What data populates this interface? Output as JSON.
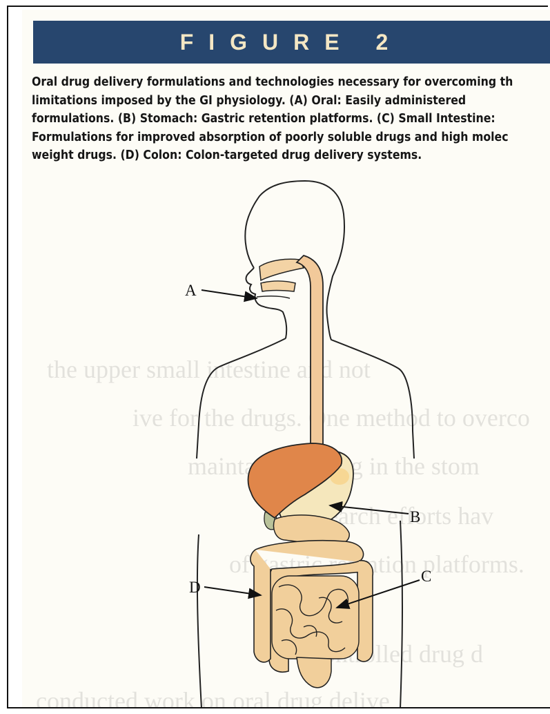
{
  "figure": {
    "title": "FIGURE 2",
    "caption_lines": [
      "Oral drug delivery formulations and technologies necessary for overcoming th",
      "limitations imposed by the GI physiology. (A) Oral: Easily administered",
      "formulations. (B) Stomach: Gastric retention platforms. (C) Small Intestine:",
      "Formulations for improved absorption of poorly soluble drugs and high molec",
      "weight drugs. (D) Colon: Colon-targeted drug delivery systems."
    ],
    "labels": {
      "a": "A",
      "b": "B",
      "c": "C",
      "d": "D"
    },
    "colors": {
      "banner": "#27466e",
      "banner_text": "#f4e7c4",
      "liver": "#e0864a",
      "tract": "#f2c99a",
      "stomach": "#f5e7bc",
      "intestine": "#f1cf9b"
    }
  },
  "bleed_through_lines": [
    "the upper small intestine and not",
    "ive for the drugs. One method to overco",
    "maintain the drug in the stom",
    "research efforts hav",
    "of gastric retention platforms.",
    "controlled drug d",
    "conducted work on oral drug delive"
  ]
}
